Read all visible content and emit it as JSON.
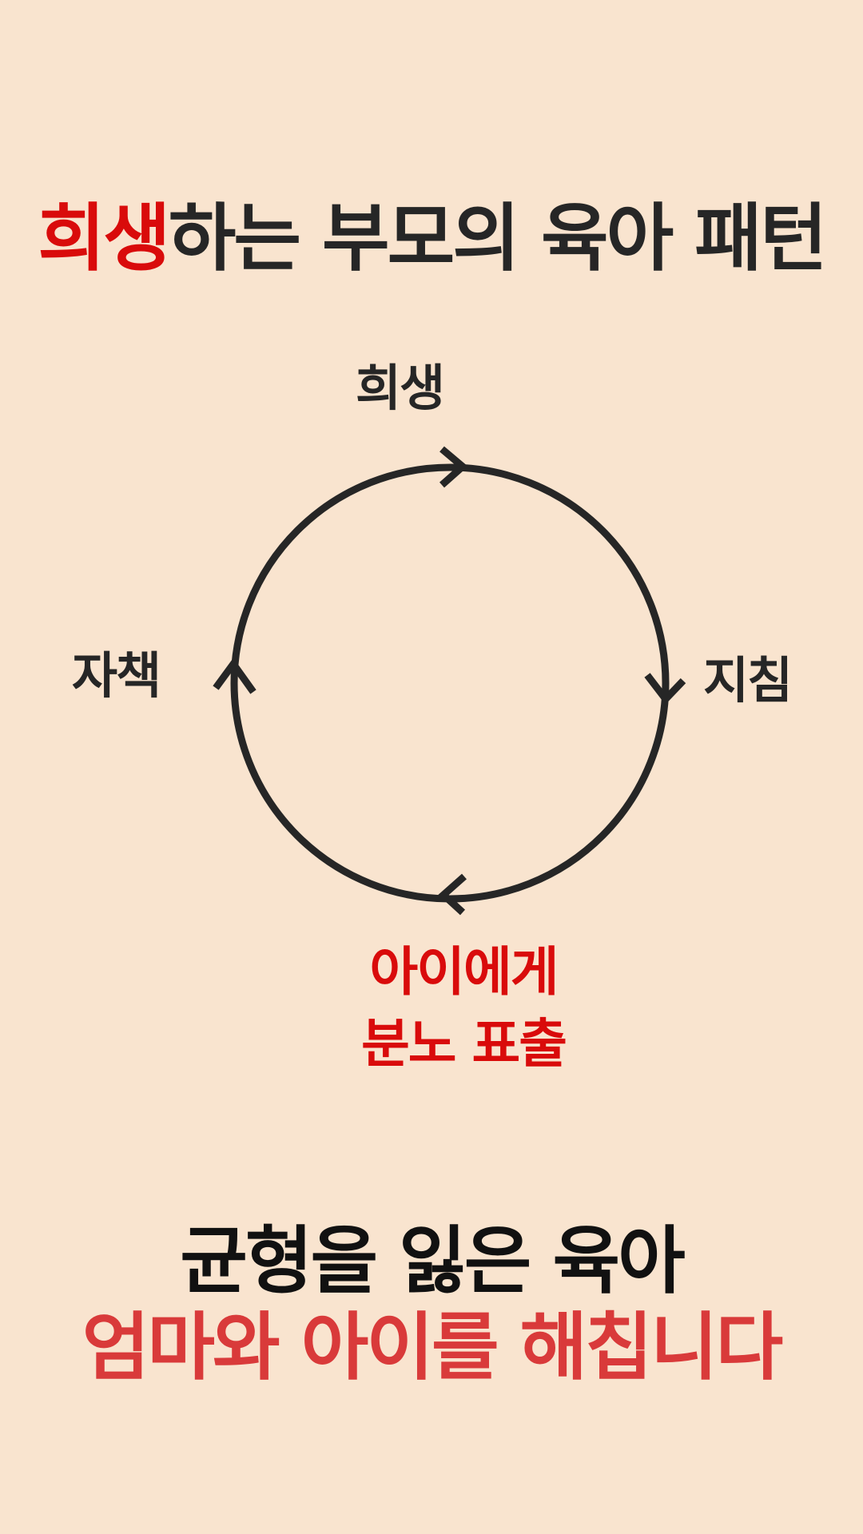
{
  "header": {
    "title_accent": "희생",
    "title_rest": "하는 부모의 육아 패턴"
  },
  "cycle": {
    "nodes": {
      "top": "희생",
      "right": "지침",
      "bottom_line1": "아이에게",
      "bottom_line2": "분노 표출",
      "left": "자책"
    },
    "direction": "clockwise",
    "stroke_color": "#262626",
    "highlight_color": "#d90b0b"
  },
  "conclusion": {
    "line1": "균형을 잃은 육아",
    "line2": "엄마와 아이를 해칩니다"
  },
  "colors": {
    "background": "#f9e4cf",
    "text": "#262626",
    "accent": "#d90b0b",
    "conclusion_red": "#d93a3a"
  }
}
